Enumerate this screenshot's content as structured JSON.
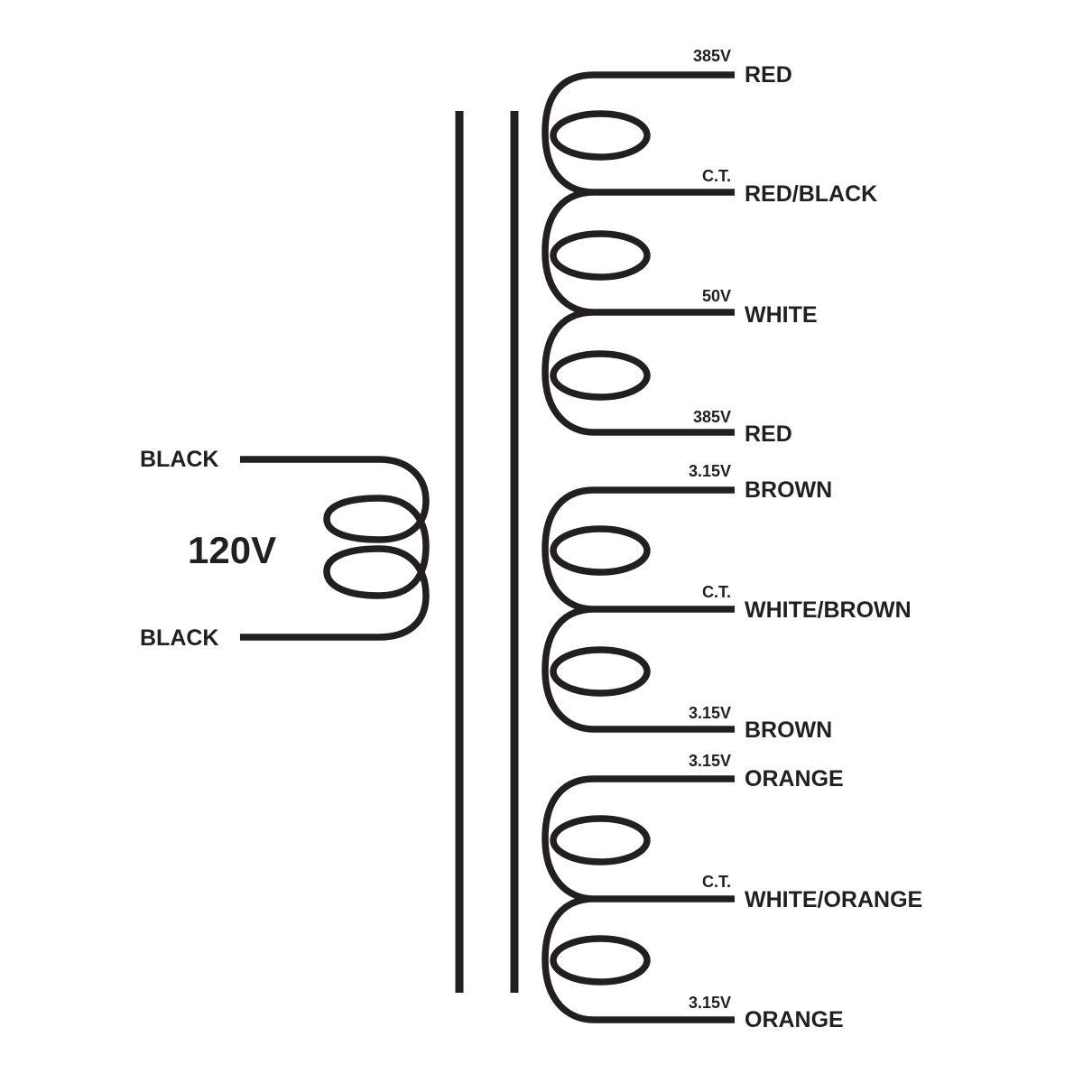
{
  "primary": {
    "voltage": "120V",
    "lead_top": "BLACK",
    "lead_bottom": "BLACK"
  },
  "secondary_taps": [
    {
      "voltage": "385V",
      "color": "RED"
    },
    {
      "voltage": "C.T.",
      "color": "RED/BLACK"
    },
    {
      "voltage": "50V",
      "color": "WHITE"
    },
    {
      "voltage": "385V",
      "color": "RED"
    },
    {
      "voltage": "3.15V",
      "color": "BROWN"
    },
    {
      "voltage": "C.T.",
      "color": "WHITE/BROWN"
    },
    {
      "voltage": "3.15V",
      "color": "BROWN"
    },
    {
      "voltage": "3.15V",
      "color": "ORANGE"
    },
    {
      "voltage": "C.T.",
      "color": "WHITE/ORANGE"
    },
    {
      "voltage": "3.15V",
      "color": "ORANGE"
    }
  ],
  "colors": {
    "ink": "#231f20",
    "background": "#ffffff"
  }
}
